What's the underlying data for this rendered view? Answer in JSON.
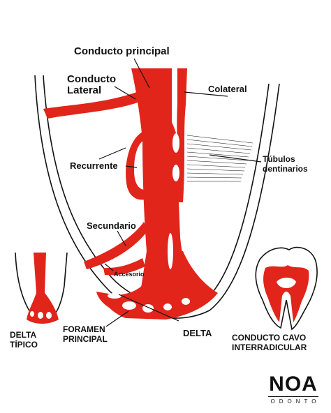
{
  "labels": {
    "conducto_principal": "Conducto principal",
    "conducto_lateral_1": "Conducto",
    "conducto_lateral_2": "Lateral",
    "colateral": "Colateral",
    "tubulos_1": "Túbulos",
    "tubulos_2": "dentinarios",
    "recurrente": "Recurrente",
    "secundario": "Secundario",
    "accesorio": "Accesorio",
    "delta_tipico_1": "DELTA",
    "delta_tipico_2": "TÍPICO",
    "foramen_1": "FORAMEN",
    "foramen_2": "PRINCIPAL",
    "delta": "DELTA",
    "cavo_1": "CONDUCTO CAVO",
    "cavo_2": "INTERRADICULAR"
  },
  "brand": {
    "name": "NOA",
    "sub": "ODONTO"
  },
  "colors": {
    "canal": "#e1251b",
    "outline": "#111111",
    "background": "#ffffff"
  }
}
